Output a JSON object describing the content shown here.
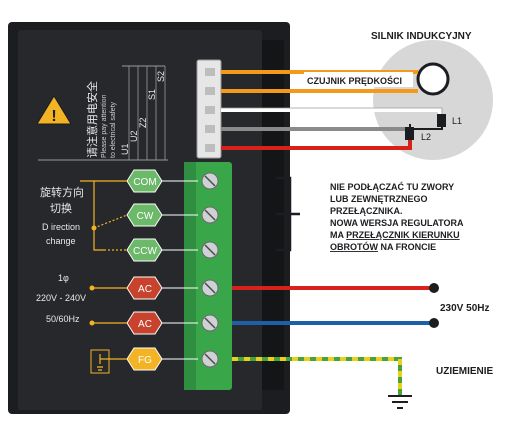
{
  "motor": {
    "title": "SILNIK INDUKCYJNY",
    "sensor_label": "CZUJNIK PRĘDKOŚCI",
    "winding_1": "L1",
    "winding_2": "L2"
  },
  "controller": {
    "warning_cn": "请注意用电安全",
    "warning_en_1": "Please pay attention",
    "warning_en_2": "to electrical safety",
    "sensor_pins": [
      "U1",
      "U2",
      "Z2",
      "S1",
      "S2"
    ],
    "direction_cn_1": "旋转方向",
    "direction_cn_2": "切换",
    "direction_en_1": "D irection",
    "direction_en_2": "change",
    "phase": "1φ",
    "voltage": "220V - 240V",
    "frequency": "50/60Hz",
    "terminals": [
      "COM",
      "CW",
      "CCW",
      "AC",
      "AC",
      "FG"
    ]
  },
  "notes": {
    "jumper_line_1": "NIE PODŁĄCZAĆ TU ZWORY",
    "jumper_line_2": "LUB ZEWNĘTRZNEGO",
    "jumper_line_3": "PRZEŁĄCZNIKA.",
    "jumper_line_4": "NOWA WERSJA REGULATORA",
    "jumper_line_5a": "MA ",
    "jumper_line_5b": "PRZEŁĄCZNIK KIERUNKU",
    "jumper_line_6a": "OBROTÓW",
    "jumper_line_6b": " NA FRONCIE",
    "power": "230V 50Hz",
    "ground": "UZIEMIENIE"
  },
  "colors": {
    "housing": "#1d1f22",
    "panel": "#2a2c2f",
    "terminal_block": "#3aa64a",
    "badge_green": "#6cb96a",
    "badge_red": "#c8432e",
    "badge_yellow": "#f2b324",
    "wire_orange": "#f39a1a",
    "wire_red": "#d9211b",
    "wire_blue": "#1d5fa8",
    "wire_ground_green": "#4aa33a",
    "wire_ground_yellow": "#e8d219",
    "motor_circle": "#d6d6d6"
  }
}
